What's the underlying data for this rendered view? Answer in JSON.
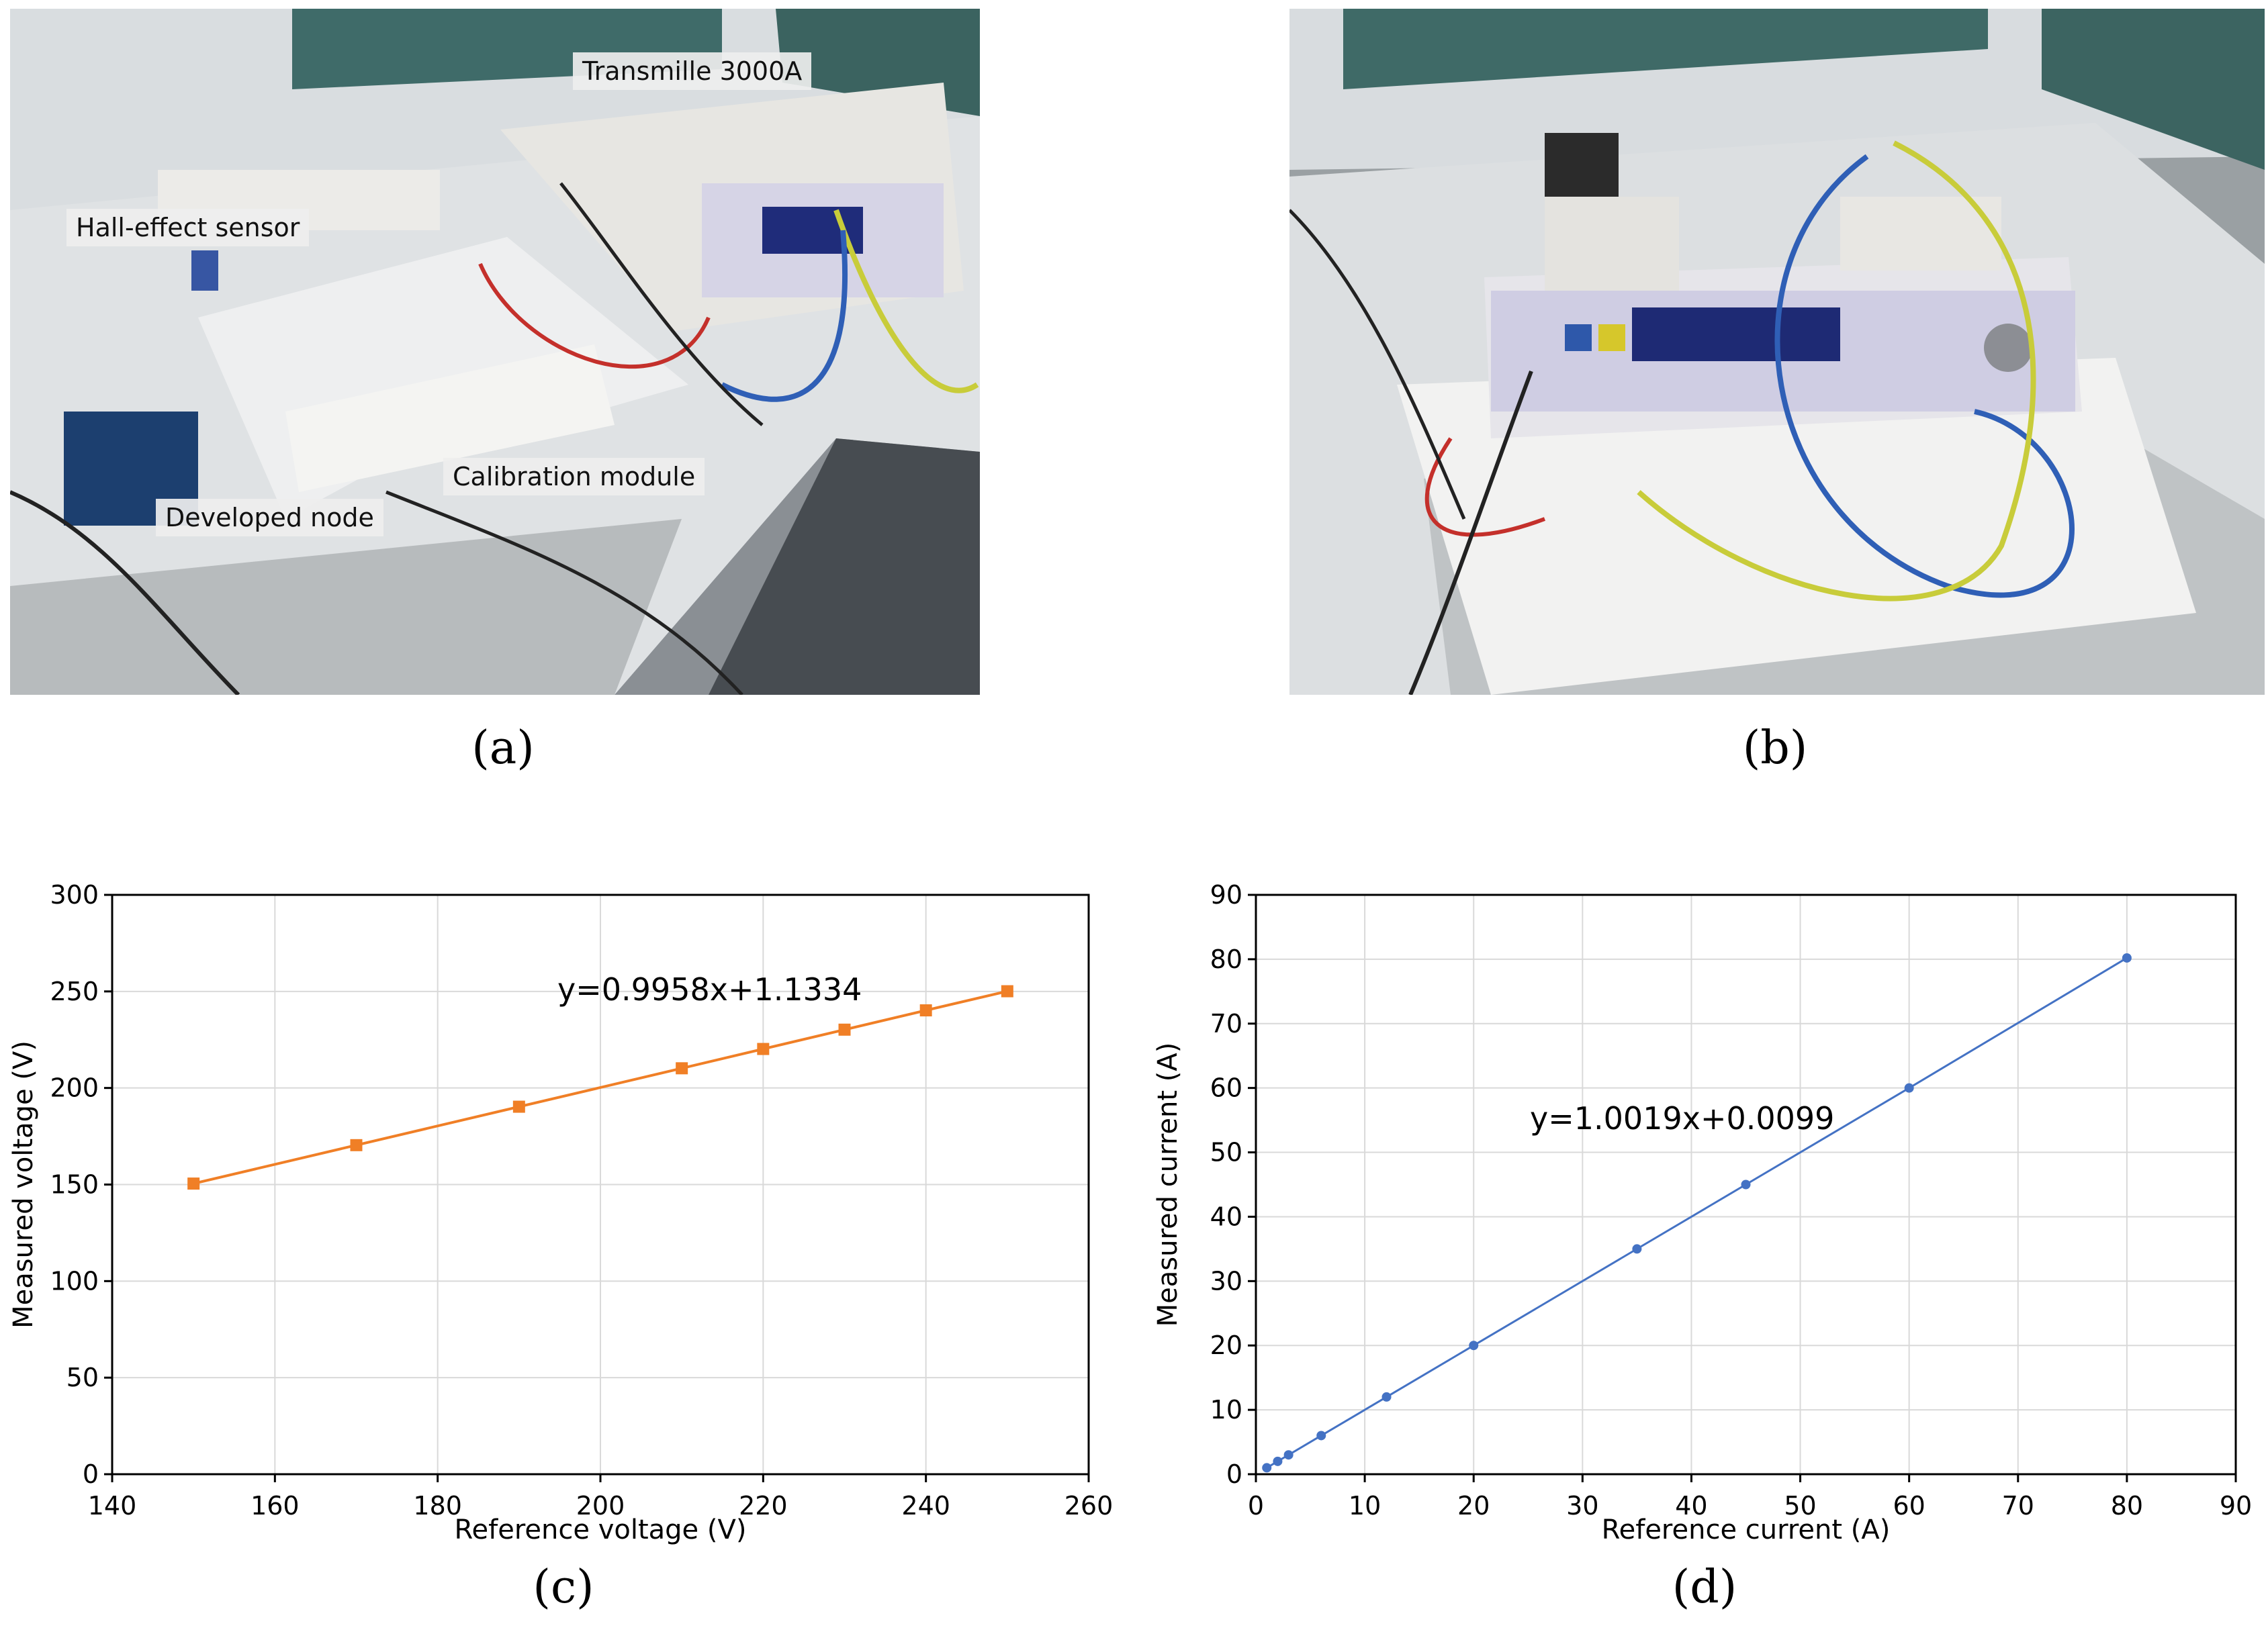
{
  "panels": {
    "a": {
      "caption": "(a)",
      "callouts": {
        "transmille": "Transmille 3000A",
        "hall_sensor": "Hall-effect sensor",
        "calibration_module": "Calibration module",
        "developed_node": "Developed node"
      }
    },
    "b": {
      "caption": "(b)"
    },
    "c": {
      "caption": "(c)"
    },
    "d": {
      "caption": "(d)"
    }
  },
  "colors": {
    "voltage_series": "#f07f26",
    "current_series": "#4472c4",
    "grid": "#d9d9d9"
  },
  "chart_data": [
    {
      "type": "line",
      "panel": "c",
      "xlabel": "Reference voltage (V)",
      "ylabel": "Measured voltage (V)",
      "xlim": [
        140,
        260
      ],
      "ylim": [
        0,
        300
      ],
      "xticks": [
        140,
        160,
        180,
        200,
        220,
        240,
        260
      ],
      "yticks": [
        0,
        50,
        100,
        150,
        200,
        250,
        300
      ],
      "grid": true,
      "marker": "square",
      "annotation": "y=0.9958x+1.1334",
      "series": [
        {
          "x": [
            150,
            170,
            190,
            210,
            220,
            230,
            240,
            250
          ],
          "y": [
            150.5,
            170.4,
            190.3,
            210.2,
            220.2,
            230.2,
            240.2,
            250.1
          ]
        }
      ]
    },
    {
      "type": "line",
      "panel": "d",
      "xlabel": "Reference current (A)",
      "ylabel": "Measured current (A)",
      "xlim": [
        0,
        90
      ],
      "ylim": [
        0,
        90
      ],
      "xticks": [
        0,
        10,
        20,
        30,
        40,
        50,
        60,
        70,
        80,
        90
      ],
      "yticks": [
        0,
        10,
        20,
        30,
        40,
        50,
        60,
        70,
        80,
        90
      ],
      "grid": true,
      "marker": "circle",
      "annotation": "y=1.0019x+0.0099",
      "series": [
        {
          "x": [
            1,
            2,
            3,
            6,
            12,
            20,
            35,
            45,
            60,
            80
          ],
          "y": [
            1,
            2,
            3,
            6,
            12,
            20,
            35,
            45,
            60,
            80.2
          ]
        }
      ]
    }
  ]
}
